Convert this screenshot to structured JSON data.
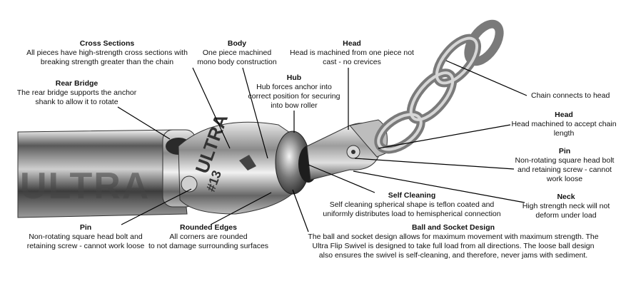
{
  "product": {
    "shank_text": "ULTRA",
    "body_text": "ULTRA",
    "body_number": "#13"
  },
  "callouts": {
    "cross_sections": {
      "title": "Cross Sections",
      "lines": [
        "All pieces have high-strength cross sections with",
        "breaking strength greater than the chain"
      ]
    },
    "body": {
      "title": "Body",
      "lines": [
        "One piece machined",
        "mono body construction"
      ]
    },
    "head_top": {
      "title": "Head",
      "lines": [
        "Head is machined from one piece not",
        "cast - no crevices"
      ]
    },
    "hub": {
      "title": "Hub",
      "lines": [
        "Hub forces anchor into",
        "correct position for securing",
        "into bow roller"
      ]
    },
    "rear_bridge": {
      "title": "Rear Bridge",
      "lines": [
        "The rear bridge supports the anchor",
        "shank to allow it to rotate"
      ]
    },
    "chain": {
      "lines": [
        "Chain connects to head"
      ]
    },
    "head_right": {
      "title": "Head",
      "lines": [
        "Head machined to accept chain",
        "length"
      ]
    },
    "pin_right": {
      "title": "Pin",
      "lines": [
        "Non-rotating square head bolt",
        "and retaining screw - cannot",
        "work loose"
      ]
    },
    "self_cleaning": {
      "title": "Self Cleaning",
      "lines": [
        "Self cleaning spherical shape is teflon coated and",
        "uniformly distributes load to hemispherical connection"
      ]
    },
    "neck": {
      "title": "Neck",
      "lines": [
        "High strength neck will not",
        "deform under load"
      ]
    },
    "pin_left": {
      "title": "Pin",
      "lines": [
        "Non-rotating square head bolt and",
        "retaining screw - cannot work loose"
      ]
    },
    "rounded_edges": {
      "title": "Rounded Edges",
      "lines": [
        "All corners are rounded",
        "to not damage surrounding surfaces"
      ]
    },
    "ball_socket": {
      "title": "Ball and Socket Design",
      "lines": [
        "The ball and socket design allows for maximum movement with maximum strength. The",
        "Ultra Flip Swivel is designed to take full load from all directions. The loose ball design",
        "also ensures the swivel is self-cleaning, and therefore, never jams with sediment."
      ]
    }
  }
}
